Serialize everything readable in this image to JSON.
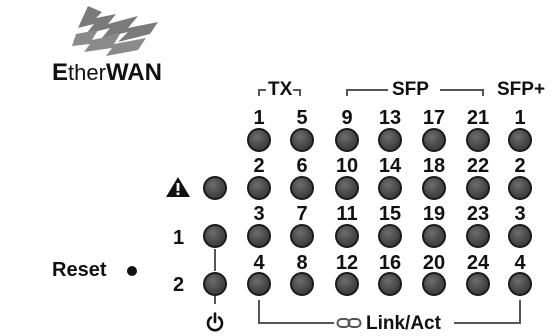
{
  "brand": {
    "name_prefix": "E",
    "name_middle": "ther",
    "name_suffix": "WAN",
    "logo_icon": "etherwan-logo-icon"
  },
  "groups": {
    "tx": "TX",
    "sfp": "SFP",
    "sfp_plus": "SFP+"
  },
  "columns": [
    {
      "ports": [
        "1",
        "2",
        "3",
        "4"
      ]
    },
    {
      "ports": [
        "5",
        "6",
        "7",
        "8"
      ]
    },
    {
      "ports": [
        "9",
        "10",
        "11",
        "12"
      ]
    },
    {
      "ports": [
        "13",
        "14",
        "15",
        "16"
      ]
    },
    {
      "ports": [
        "17",
        "18",
        "19",
        "20"
      ]
    },
    {
      "ports": [
        "21",
        "22",
        "23",
        "24"
      ]
    },
    {
      "ports": [
        "1",
        "2",
        "3",
        "4"
      ]
    }
  ],
  "status": {
    "alarm_icon": "warning-icon",
    "power1": "1",
    "power2": "2",
    "power_icon": "power-icon"
  },
  "reset": {
    "label": "Reset"
  },
  "footer": {
    "link_icon": "link-icon",
    "label": "Link/Act"
  }
}
